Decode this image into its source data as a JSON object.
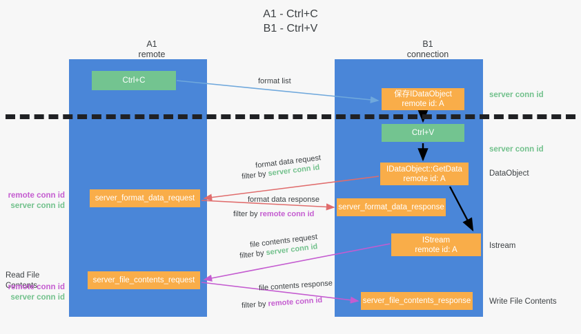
{
  "title": {
    "line1": "A1 - Ctrl+C",
    "line2": "B1 - Ctrl+V"
  },
  "columns": [
    {
      "name": "A1",
      "subtitle": "remote"
    },
    {
      "name": "B1",
      "subtitle": "connection"
    }
  ],
  "boxes": {
    "ctrl_c": {
      "label": "Ctrl+C",
      "color": "#73c490"
    },
    "ctrl_v": {
      "label": "Ctrl+V",
      "color": "#73c490"
    },
    "save_idataobject": {
      "line1": "保存IDataObject",
      "line2": "remote id: A",
      "color": "#f9ad49"
    },
    "getdata": {
      "line1": "IDataObject::GetData",
      "line2": "remote id: A",
      "color": "#f9ad49"
    },
    "istream": {
      "line1": "IStream",
      "line2": "remote id: A",
      "color": "#f9ad49"
    },
    "server_format_data_request": {
      "label": "server_format_data_request",
      "color": "#f9ad49"
    },
    "server_format_data_response": {
      "label": "server_format_data_response",
      "color": "#f9ad49"
    },
    "server_file_contents_request": {
      "label": "server_file_contents_request",
      "color": "#f9ad49"
    },
    "server_file_contents_response": {
      "label": "server_file_contents_response",
      "color": "#f9ad49"
    }
  },
  "edge_labels": {
    "format_list": "format list",
    "format_data_request": "format data request",
    "format_data_request_filter_prefix": "filter by ",
    "format_data_request_filter_value": "server conn id",
    "format_data_response": "format data response",
    "format_data_response_filter_prefix": "filter by ",
    "format_data_response_filter_value": "remote conn id",
    "file_contents_request": "file contents request",
    "file_contents_request_filter_prefix": "filter by ",
    "file_contents_request_filter_value": "server conn id",
    "file_contents_response": "file contents response",
    "file_contents_response_filter_prefix": "filter by ",
    "file_contents_response_filter_value": "remote conn id"
  },
  "annotations": {
    "right": {
      "server_conn_id_top": "server conn id",
      "server_conn_id_mid": "server conn id",
      "dataobject": "DataObject",
      "istream": "Istream",
      "write_file_contents": "Write File Contents"
    },
    "left": {
      "remote_conn_id_1": "remote conn id",
      "server_conn_id_1": "server conn id",
      "read_file_contents": "Read File Contents",
      "remote_conn_id_2": "remote conn id",
      "server_conn_id_2": "server conn id"
    }
  },
  "colors": {
    "lane": "#4a86d8",
    "green_box": "#73c490",
    "orange_box": "#f9ad49",
    "green_text": "#72c18c",
    "purple_text": "#c45cd0",
    "blue_arrow": "#6fa8dc",
    "red_arrow": "#e06c6c",
    "magenta_arrow": "#c45cd0",
    "black_arrow": "#000000",
    "divider": "#202124",
    "background": "#f7f7f7"
  }
}
